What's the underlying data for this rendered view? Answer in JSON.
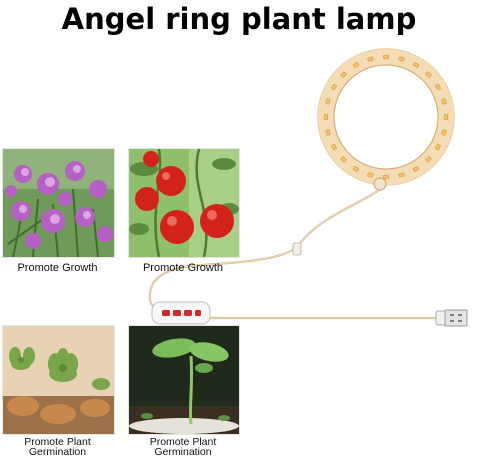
{
  "title": "Angel ring plant lamp",
  "photos": [
    {
      "caption": "Promote Growth",
      "subject": "purple-flowers"
    },
    {
      "caption": "Promote Growth",
      "subject": "red-tomatoes"
    },
    {
      "caption_line1": "Promote Plant",
      "caption_line2": "Germination",
      "subject": "succulent-plant"
    },
    {
      "caption_line1": "Promote Plant",
      "caption_line2": "Germination",
      "subject": "seedling-sprout"
    }
  ],
  "product": {
    "ring_color": "#f3d6a8",
    "cable_color": "#d9c39a",
    "led_color": "#f6c87a",
    "controller_button_color": "#d8242a"
  }
}
